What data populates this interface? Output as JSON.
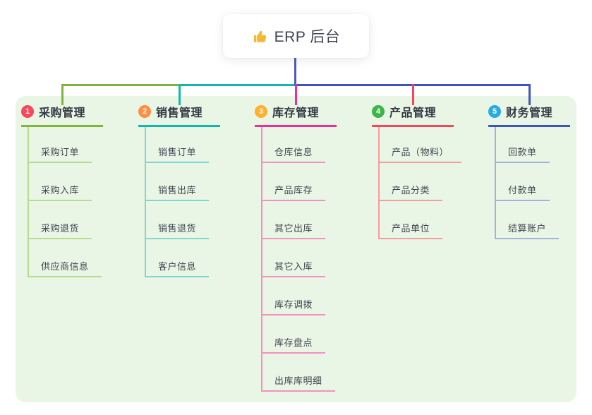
{
  "root": {
    "title": "ERP 后台",
    "icon": "thumbs-up-icon",
    "icon_color": "#f5b82e"
  },
  "panel": {
    "background": "#eaf6e5"
  },
  "connector": {
    "trunk_color": "#4a5ac2"
  },
  "branches": [
    {
      "index": "1",
      "label": "采购管理",
      "badge_color": "#f8485e",
      "line_color": "#7cb63a",
      "child_line_color": "#b4dc8e",
      "children": [
        "采购订单",
        "采购入库",
        "采购退货",
        "供应商信息"
      ]
    },
    {
      "index": "2",
      "label": "销售管理",
      "badge_color": "#ff8f40",
      "line_color": "#10b8ab",
      "child_line_color": "#7ed8cd",
      "children": [
        "销售订单",
        "销售出库",
        "销售退货",
        "客户信息"
      ]
    },
    {
      "index": "3",
      "label": "库存管理",
      "badge_color": "#ffb12b",
      "line_color": "#ea2f96",
      "child_line_color": "#f490c2",
      "children": [
        "仓库信息",
        "产品库存",
        "其它出库",
        "其它入库",
        "库存调拨",
        "库存盘点",
        "出库库明细"
      ]
    },
    {
      "index": "4",
      "label": "产品管理",
      "badge_color": "#3cb54a",
      "line_color": "#f4485a",
      "child_line_color": "#f79c9c",
      "children": [
        "产品（物料）",
        "产品分类",
        "产品单位"
      ]
    },
    {
      "index": "5",
      "label": "财务管理",
      "badge_color": "#29aae3",
      "line_color": "#3d55c2",
      "child_line_color": "#a2b1e2",
      "children": [
        "回款单",
        "付款单",
        "结算账户"
      ]
    }
  ]
}
